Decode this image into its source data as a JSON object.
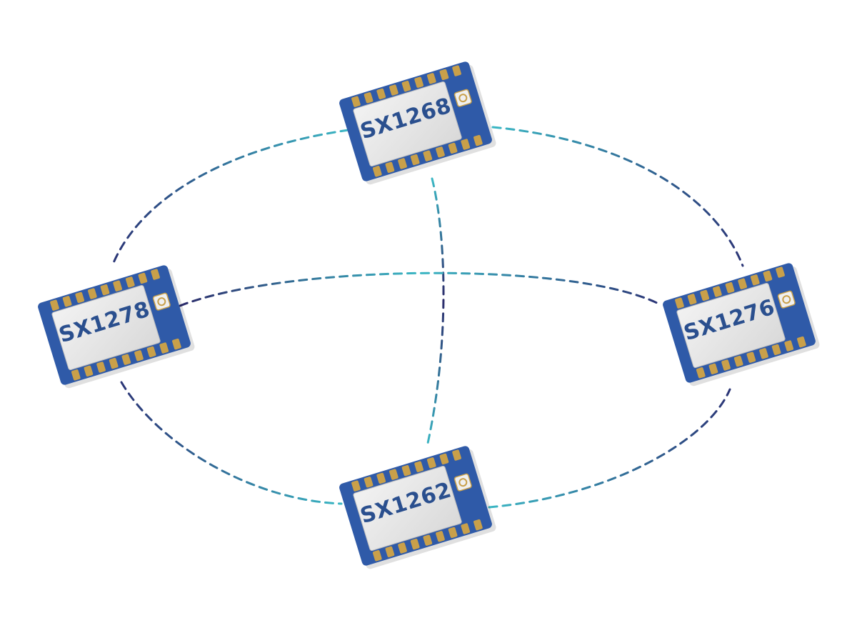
{
  "colors": {
    "link_teal": "#3bb7c4",
    "link_navy": "#2b3576",
    "board_blue": "#2f5aa8",
    "pad_gold": "#c9a04a",
    "shield_silver": "#e6e6e6",
    "label_blue": "#2a4f8e"
  },
  "modules": [
    {
      "id": "top",
      "label": "SX1268"
    },
    {
      "id": "left",
      "label": "SX1278"
    },
    {
      "id": "right",
      "label": "SX1276"
    },
    {
      "id": "bottom",
      "label": "SX1262"
    }
  ],
  "links": [
    {
      "from": "top",
      "to": "left"
    },
    {
      "from": "top",
      "to": "right"
    },
    {
      "from": "top",
      "to": "bottom"
    },
    {
      "from": "left",
      "to": "right"
    },
    {
      "from": "left",
      "to": "bottom"
    },
    {
      "from": "right",
      "to": "bottom"
    }
  ]
}
